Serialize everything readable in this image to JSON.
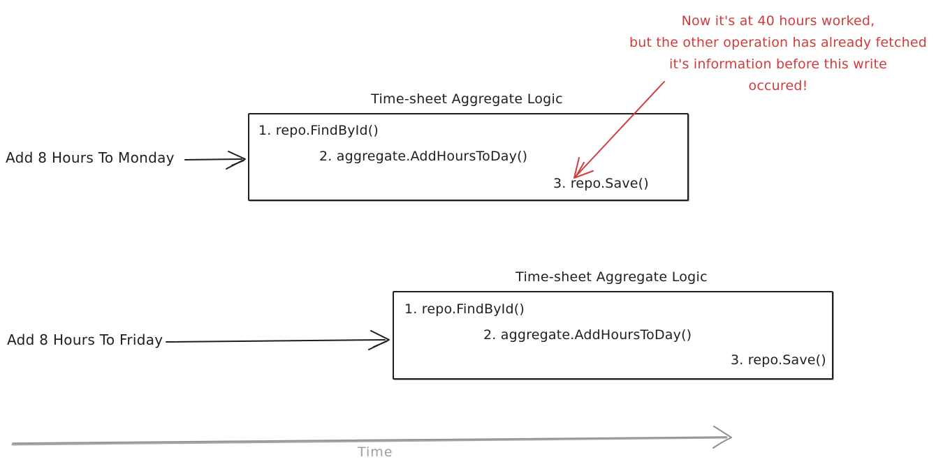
{
  "colors": {
    "ink": "#1e1e1e",
    "annotation_red": "#d23b3b",
    "timeline_gray": "#9e9e9e"
  },
  "annotation": {
    "lines": [
      "Now it's at 40 hours worked,",
      "but the other operation has already fetched",
      "it's information before this write",
      "occured!"
    ]
  },
  "operations": [
    {
      "label": "Add 8 Hours To Monday",
      "box_title": "Time-sheet Aggregate Logic",
      "steps": [
        "1. repo.FindById()",
        "2. aggregate.AddHoursToDay()",
        "3. repo.Save()"
      ]
    },
    {
      "label": "Add 8 Hours To Friday",
      "box_title": "Time-sheet Aggregate Logic",
      "steps": [
        "1. repo.FindById()",
        "2. aggregate.AddHoursToDay()",
        "3. repo.Save()"
      ]
    }
  ],
  "timeline": {
    "label": "Time"
  }
}
